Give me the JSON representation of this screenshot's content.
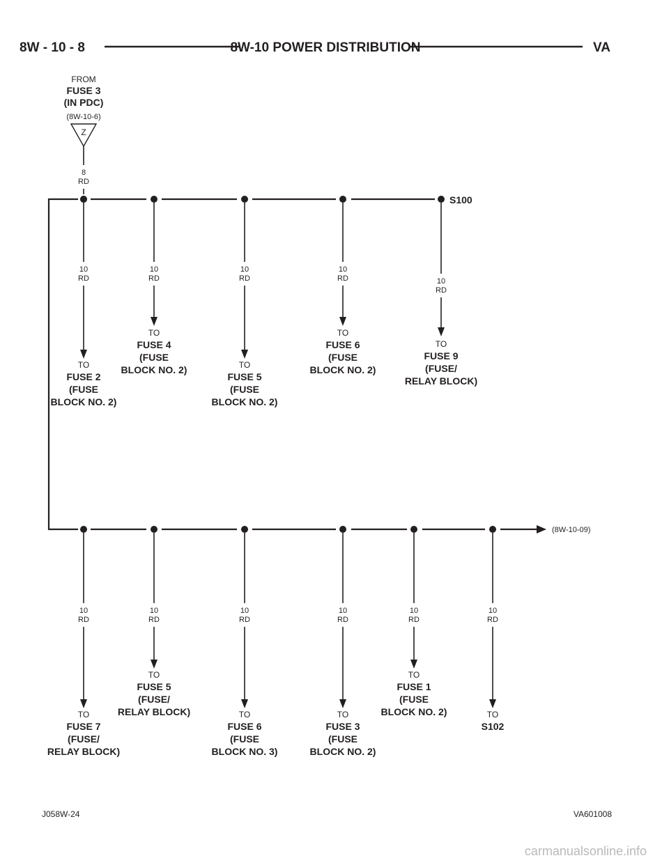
{
  "header": {
    "page_ref": "8W - 10 - 8",
    "title": "8W-10 POWER DISTRIBUTION",
    "model": "VA"
  },
  "source": {
    "from_label": "FROM",
    "fuse": "FUSE 3",
    "location": "(IN PDC)",
    "ref": "(8W-10-6)",
    "connector": "Z",
    "gauge": "8",
    "color": "RD"
  },
  "splice": {
    "name": "S100"
  },
  "continuation_ref": "(8W-10-09)",
  "top_branches": [
    {
      "gauge": "10",
      "color": "RD",
      "to": "TO",
      "lines": [
        "FUSE 2",
        "(FUSE",
        "BLOCK NO. 2)"
      ]
    },
    {
      "gauge": "10",
      "color": "RD",
      "to": "TO",
      "lines": [
        "FUSE 4",
        "(FUSE",
        "BLOCK NO. 2)"
      ]
    },
    {
      "gauge": "10",
      "color": "RD",
      "to": "TO",
      "lines": [
        "FUSE 5",
        "(FUSE",
        "BLOCK NO. 2)"
      ]
    },
    {
      "gauge": "10",
      "color": "RD",
      "to": "TO",
      "lines": [
        "FUSE 6",
        "(FUSE",
        "BLOCK NO. 2)"
      ]
    },
    {
      "gauge": "10",
      "color": "RD",
      "to": "TO",
      "lines": [
        "FUSE 9",
        "(FUSE/",
        "RELAY BLOCK)"
      ]
    }
  ],
  "bottom_branches": [
    {
      "gauge": "10",
      "color": "RD",
      "to": "TO",
      "lines": [
        "FUSE 7",
        "(FUSE/",
        "RELAY BLOCK)"
      ]
    },
    {
      "gauge": "10",
      "color": "RD",
      "to": "TO",
      "lines": [
        "FUSE 5",
        "(FUSE/",
        "RELAY BLOCK)"
      ]
    },
    {
      "gauge": "10",
      "color": "RD",
      "to": "TO",
      "lines": [
        "FUSE 6",
        "(FUSE",
        "BLOCK NO. 3)"
      ]
    },
    {
      "gauge": "10",
      "color": "RD",
      "to": "TO",
      "lines": [
        "FUSE 3",
        "(FUSE",
        "BLOCK NO. 2)"
      ]
    },
    {
      "gauge": "10",
      "color": "RD",
      "to": "TO",
      "lines": [
        "FUSE 1",
        "(FUSE",
        "BLOCK NO. 2)"
      ]
    },
    {
      "gauge": "10",
      "color": "RD",
      "to": "TO",
      "lines": [
        "S102"
      ]
    }
  ],
  "footer": {
    "left_code": "J058W-24",
    "right_code": "VA601008"
  },
  "watermark": "carmanualsonline.info"
}
